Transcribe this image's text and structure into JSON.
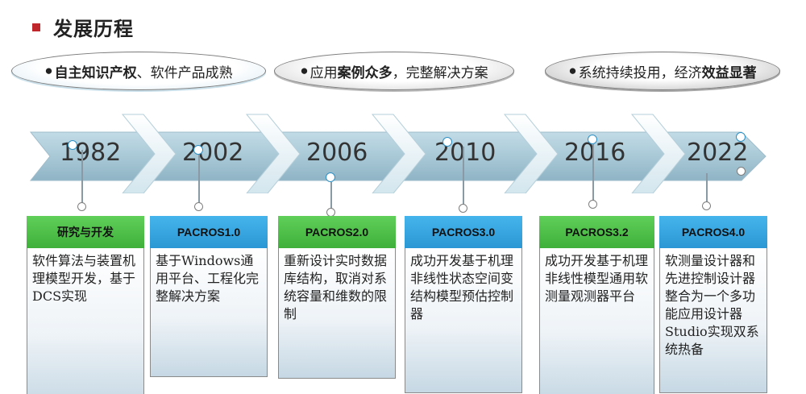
{
  "title": "发展历程",
  "highlights": [
    {
      "pre": "",
      "bold": "自主知识产权",
      "post": "、软件产品成熟"
    },
    {
      "pre": "应用",
      "bold": "案例众多",
      "post": "，完整解决方案"
    },
    {
      "pre": "系统持续投用，经济",
      "bold": "效益显著",
      "post": ""
    }
  ],
  "milestones": [
    {
      "year": "1982",
      "label": "研究与开发",
      "text": "软件算法与装置机理模型开发，基于DCS实现",
      "head_color": "#4cc047"
    },
    {
      "year": "2002",
      "label": "PACROS1.0",
      "text": "基于Windows通用平台、工程化完整解决方案",
      "head_color": "#35a6e0"
    },
    {
      "year": "2006",
      "label": "PACROS2.0",
      "text": "重新设计实时数据库结构，取消对系统容量和维数的限制",
      "head_color": "#4cc047"
    },
    {
      "year": "2010",
      "label": "PACROS3.0",
      "text": "成功开发基于机理非线性状态空间变结构模型预估控制器",
      "head_color": "#35a6e0"
    },
    {
      "year": "2016",
      "label": "PACROS3.2",
      "text": "成功开发基于机理非线性模型通用软测量观测器平台",
      "head_color": "#4cc047"
    },
    {
      "year": "2022",
      "label": "PACROS4.0",
      "text": "软测量设计器和先进控制设计器整合为一个多功能应用设计器Studio实现双系统热备",
      "head_color": "#35a6e0"
    }
  ],
  "colors": {
    "arrow": "#a7c8d6",
    "chevron": "#dcecf3",
    "title_bullet": "#c0272d"
  }
}
